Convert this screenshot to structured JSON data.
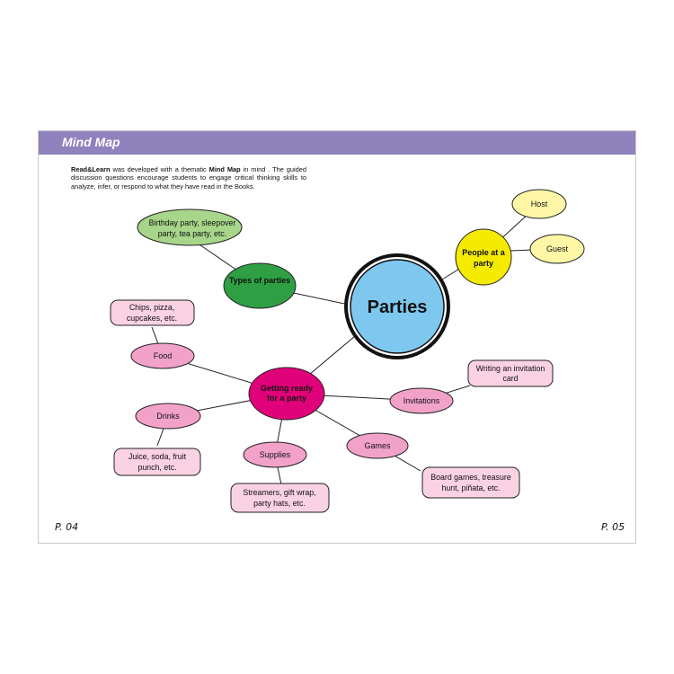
{
  "header": {
    "title": "Mind Map"
  },
  "intro": {
    "brand": "Read&Learn",
    "text1": " was developed with a thematic ",
    "bold": "Mind Map",
    "text2": " in mind . The guided discussion questions encourage students to engage critical thinking skills to analyze, infer, or respond to what they have read in the Books."
  },
  "center": {
    "label": "Parties"
  },
  "types": {
    "label": "Types of parties",
    "example": [
      "Birthday party, sleepover",
      "party, tea party, etc."
    ]
  },
  "people": {
    "label": [
      "People at a",
      "party"
    ],
    "host": "Host",
    "guest": "Guest"
  },
  "ready": {
    "label": [
      "Getting ready",
      "for a party"
    ],
    "food": "Food",
    "food_example": [
      "Chips, pizza,",
      "cupcakes, etc."
    ],
    "drinks": "Drinks",
    "drinks_example": [
      "Juice, soda, fruit",
      "punch, etc."
    ],
    "supplies": "Supplies",
    "supplies_example": [
      "Streamers, gift wrap,",
      "party hats, etc."
    ],
    "games": "Games",
    "games_example": [
      "Board games, treasure",
      "hunt, piñata, etc."
    ],
    "invitations": "Invitations",
    "invitations_example": [
      "Writing an invitation",
      "card"
    ]
  },
  "pages": {
    "left": "P. 04",
    "right": "P. 05"
  },
  "colors": {
    "header": "#8f82bd",
    "center": "#7ec8f0",
    "types": "#2ea043",
    "types_example": "#a7d58a",
    "people": "#f5eb00",
    "people_sub": "#fff7a6",
    "ready": "#e0007a",
    "pink": "#f2a2c9",
    "pink_light": "#fad2e3"
  }
}
